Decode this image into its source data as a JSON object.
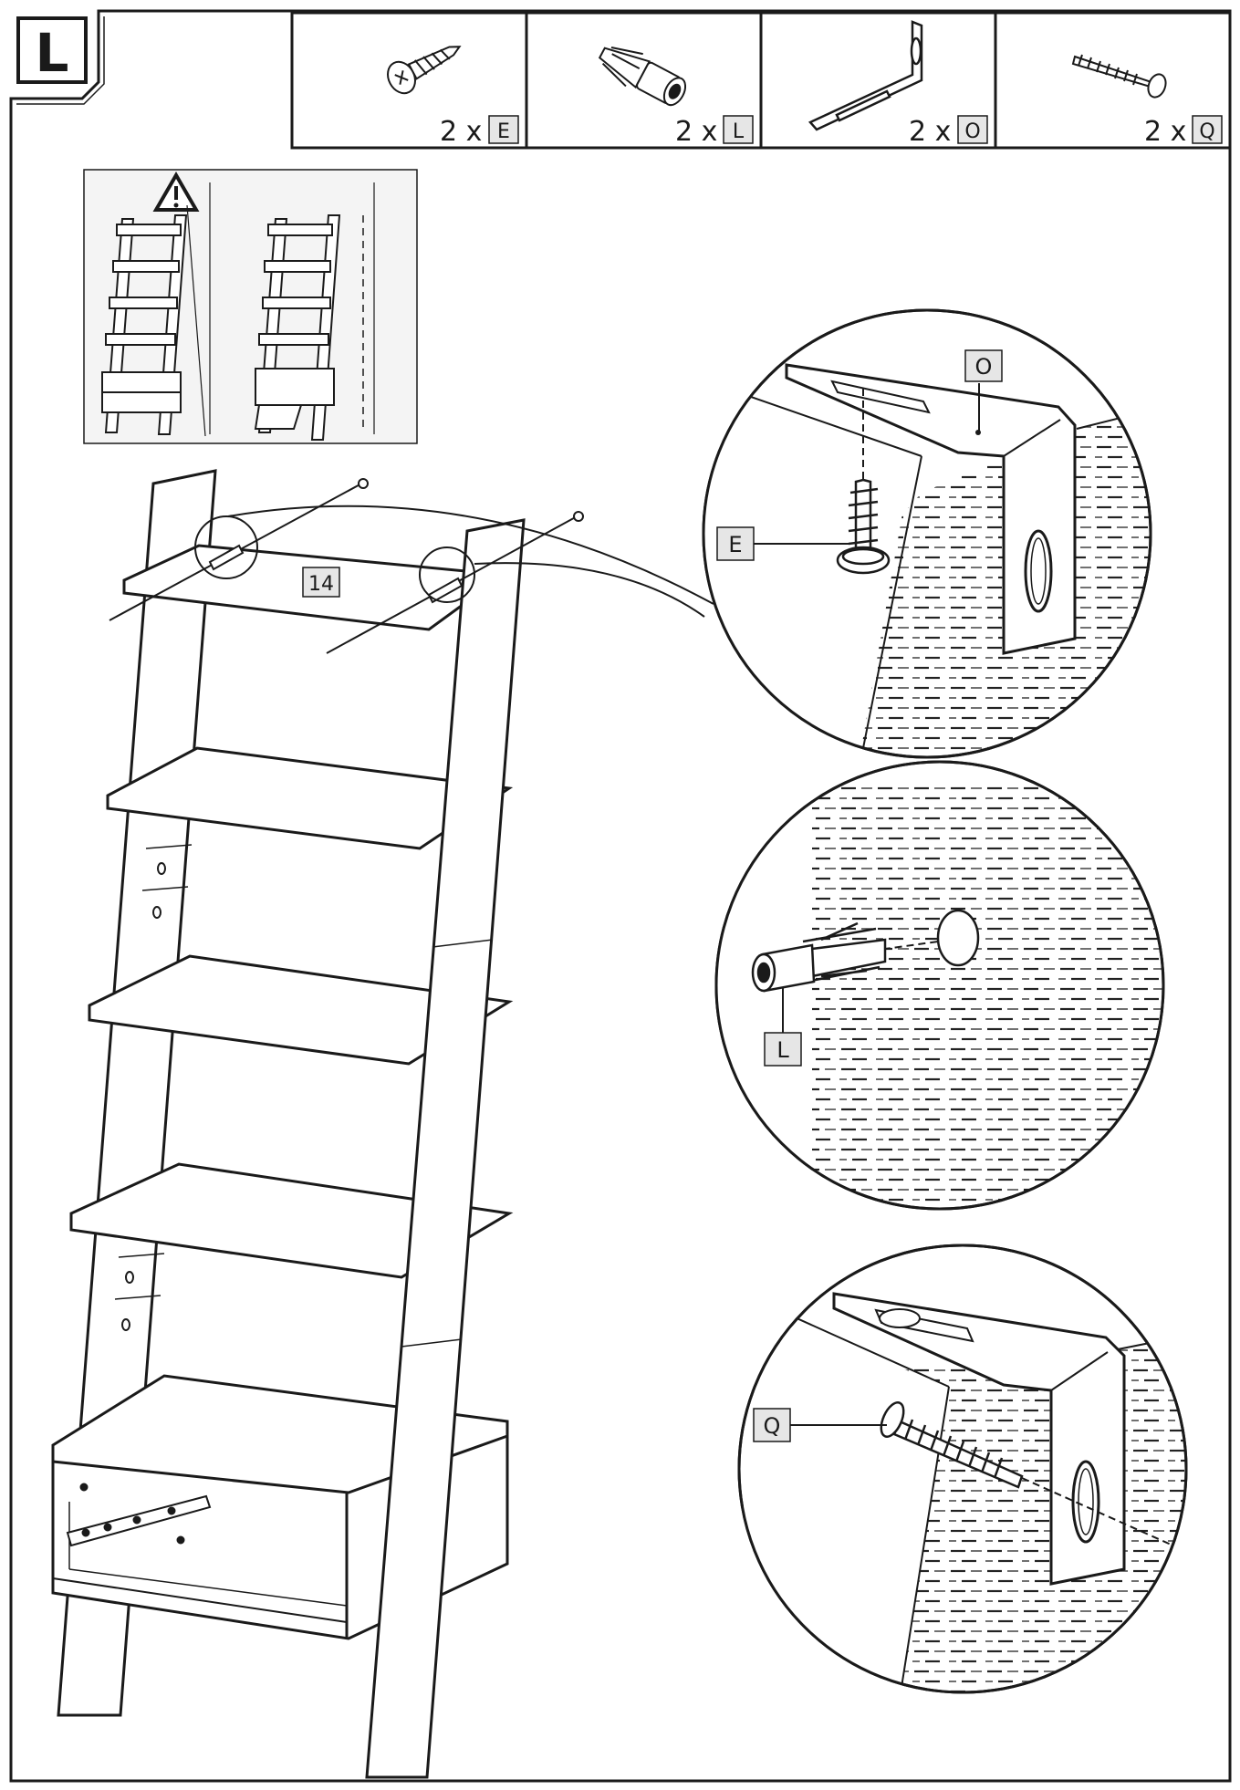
{
  "step": {
    "letter": "L"
  },
  "parts": [
    {
      "quantity": "2 x",
      "code": "E",
      "icon": "wood-screw-icon"
    },
    {
      "quantity": "2 x",
      "code": "L",
      "icon": "wall-plug-icon"
    },
    {
      "quantity": "2 x",
      "code": "O",
      "icon": "angle-bracket-icon"
    },
    {
      "quantity": "2 x",
      "code": "Q",
      "icon": "long-screw-icon"
    }
  ],
  "warning": {
    "icon": "warning-triangle-icon"
  },
  "shelf_label": "14",
  "detail_labels": {
    "bracket": "O",
    "screw": "E",
    "plug": "L",
    "wall_screw": "Q"
  },
  "colors": {
    "line": "#1a1a1a",
    "label_fill": "#e6e6e6",
    "inset_bg": "#f4f4f4"
  }
}
